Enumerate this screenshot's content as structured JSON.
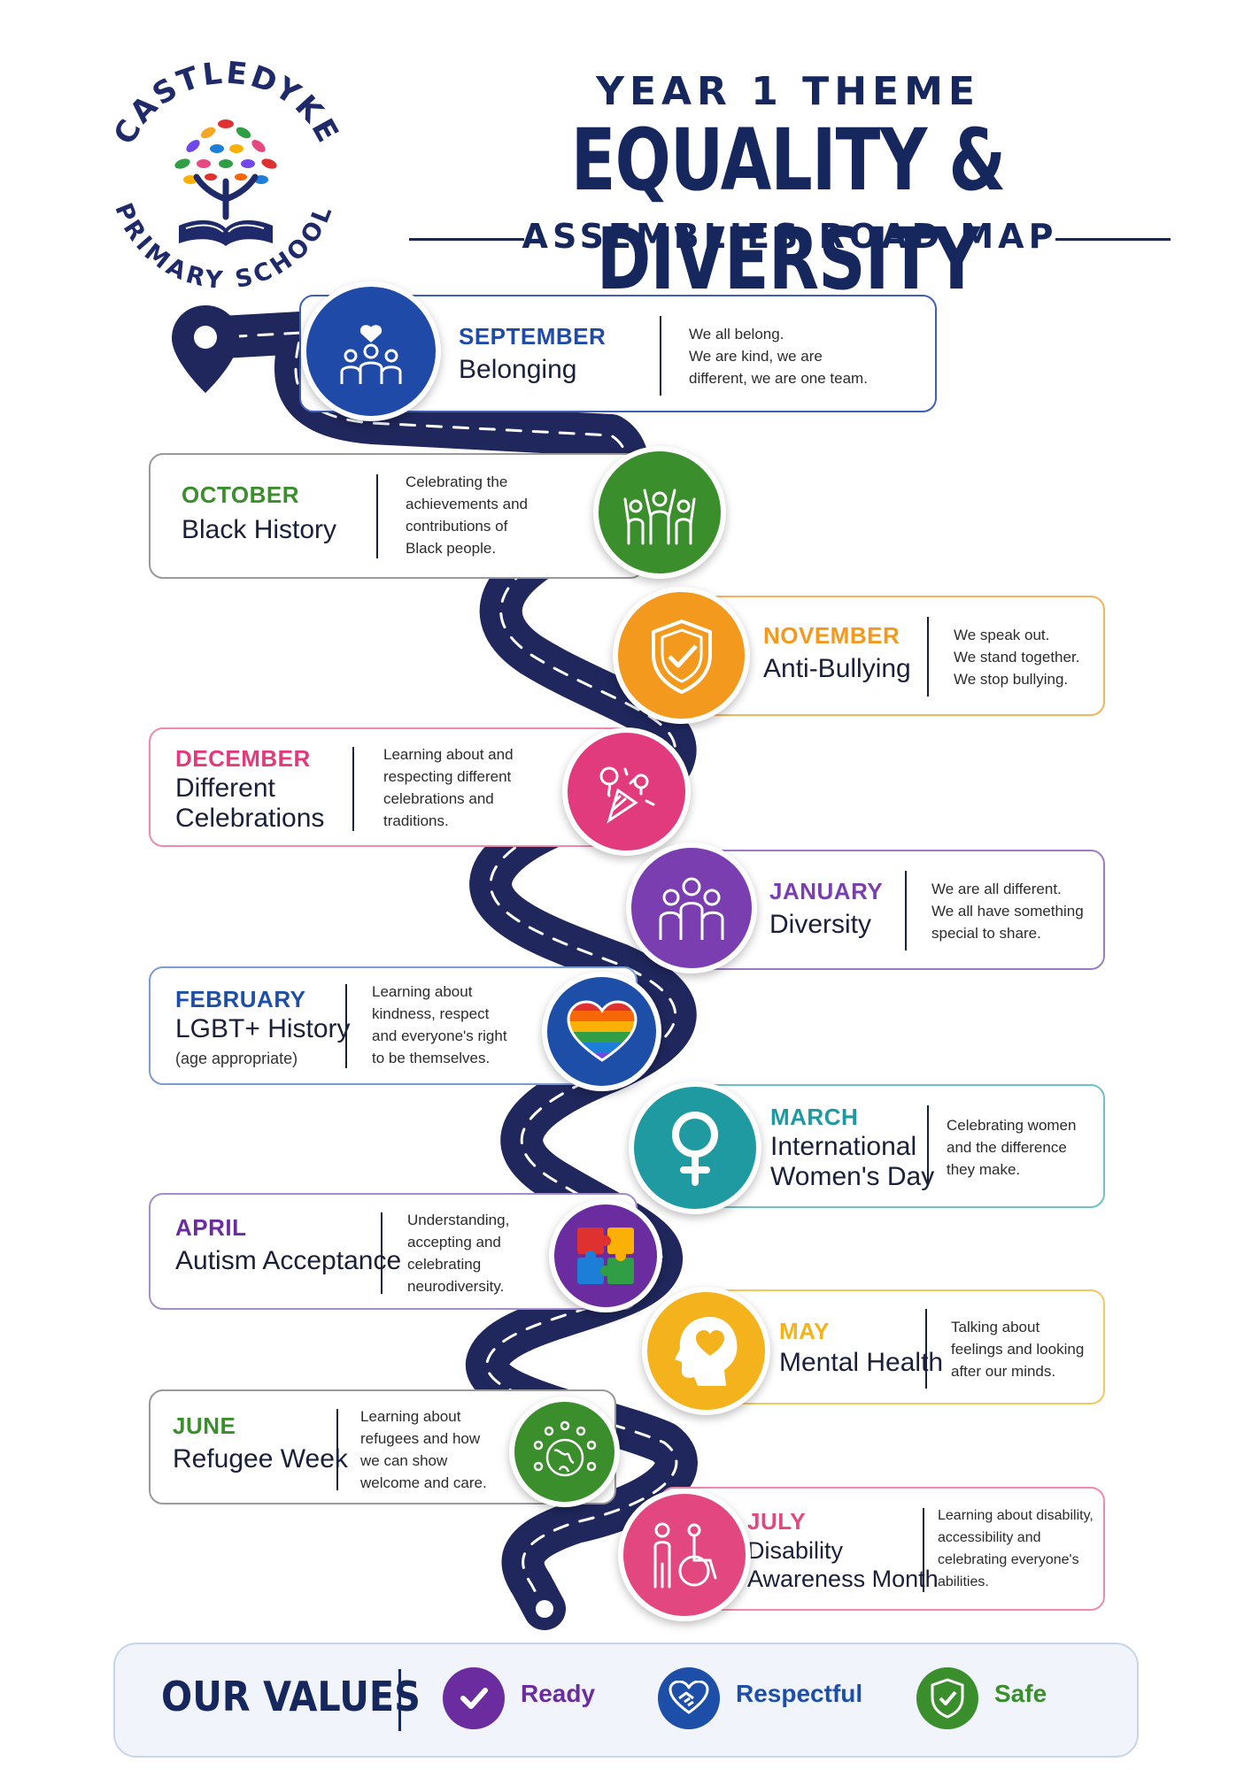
{
  "school": {
    "arc_top": "CASTLEDYKE",
    "arc_bottom": "PRIMARY SCHOOL"
  },
  "header": {
    "year": "YEAR 1 THEME",
    "title": "EQUALITY & DIVERSITY",
    "subtitle": "ASSEMBLIES ROAD MAP"
  },
  "months": [
    {
      "month": "SEPTEMBER",
      "title": "Belonging",
      "desc": [
        "We all belong.",
        "We are kind, we are",
        "different, we are one team."
      ],
      "color": "#1f4aa8",
      "icon": "people-heart-icon"
    },
    {
      "month": "OCTOBER",
      "title": "Black History",
      "desc": [
        "Celebrating the",
        "achievements and",
        "contributions of",
        "Black people."
      ],
      "color": "#3a8f2c",
      "icon": "raised-hands-icon"
    },
    {
      "month": "NOVEMBER",
      "title": "Anti-Bullying",
      "desc": [
        "We speak out.",
        "We stand together.",
        "We stop bullying."
      ],
      "color": "#f39a1e",
      "icon": "shield-check-icon"
    },
    {
      "month": "DECEMBER",
      "title_lines": [
        "Different",
        "Celebrations"
      ],
      "desc": [
        "Learning about and",
        "respecting different",
        "celebrations and",
        "traditions."
      ],
      "color": "#e23b7d",
      "icon": "party-popper-icon"
    },
    {
      "month": "JANUARY",
      "title": "Diversity",
      "desc": [
        "We are all different.",
        "We all have something",
        "special to share."
      ],
      "color": "#7a3eb1",
      "icon": "group-icon"
    },
    {
      "month": "FEBRUARY",
      "title": "LGBT+ History",
      "sub": "(age appropriate)",
      "desc": [
        "Learning about",
        "kindness, respect",
        "and everyone's right",
        "to be themselves."
      ],
      "color": "#1d4fa8",
      "icon": "rainbow-heart-icon"
    },
    {
      "month": "MARCH",
      "title_lines": [
        "International",
        "Women's Day"
      ],
      "desc": [
        "Celebrating women",
        "and the difference",
        "they make."
      ],
      "color": "#1e9aa0",
      "icon": "female-symbol-icon"
    },
    {
      "month": "APRIL",
      "title": "Autism Acceptance",
      "desc": [
        "Understanding,",
        "accepting and",
        "celebrating",
        "neurodiversity."
      ],
      "color": "#6a2c9e",
      "icon": "puzzle-icon"
    },
    {
      "month": "MAY",
      "title": "Mental Health",
      "desc": [
        "Talking about",
        "feelings and looking",
        "after our minds."
      ],
      "color": "#f4b31c",
      "icon": "head-heart-icon"
    },
    {
      "month": "JUNE",
      "title": "Refugee Week",
      "desc": [
        "Learning about",
        "refugees and how",
        "we can show",
        "welcome and care."
      ],
      "color": "#3a8f2c",
      "icon": "globe-people-icon"
    },
    {
      "month": "JULY",
      "title_lines": [
        "Disability",
        "Awareness Month"
      ],
      "desc": [
        "Learning about disability,",
        "accessibility and",
        "celebrating everyone's",
        "abilities."
      ],
      "color": "#e2487f",
      "icon": "wheelchair-icon"
    }
  ],
  "values": {
    "title": "OUR VALUES",
    "items": [
      {
        "label": "Ready",
        "color": "#6a2c9e",
        "icon": "check-icon"
      },
      {
        "label": "Respectful",
        "color": "#1d4fa8",
        "icon": "handshake-heart-icon"
      },
      {
        "label": "Safe",
        "color": "#3a8f2c",
        "icon": "shield-icon"
      }
    ]
  }
}
